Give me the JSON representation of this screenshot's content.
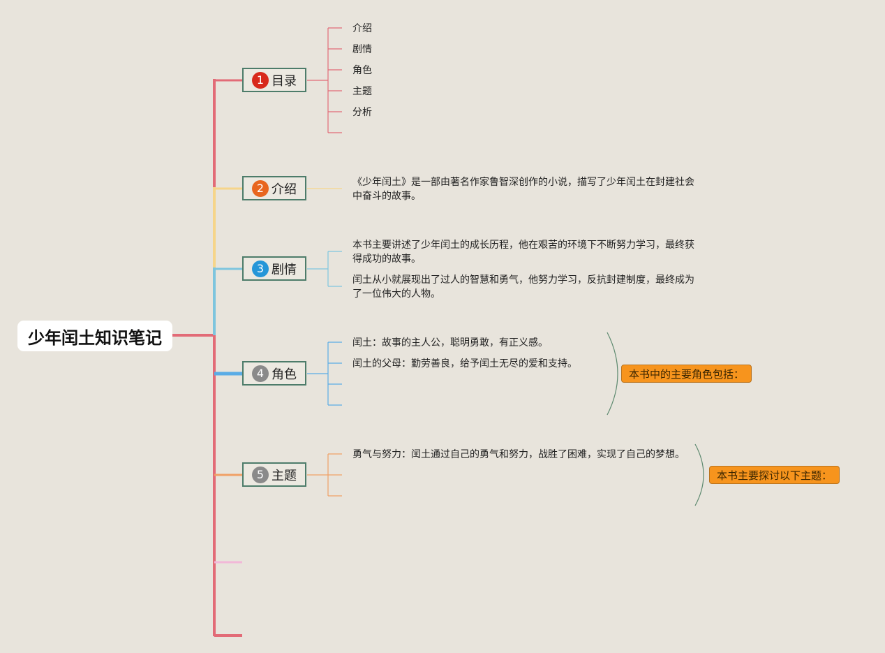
{
  "root": {
    "title": "少年闰土知识笔记"
  },
  "topics": [
    {
      "num": "1",
      "label": "目录",
      "color": "#e26b77",
      "badge_color": "#d8291c"
    },
    {
      "num": "2",
      "label": "介绍",
      "color": "#f6d58a",
      "badge_color": "#e8661f"
    },
    {
      "num": "3",
      "label": "剧情",
      "color": "#7ec5de",
      "badge_color": "#2596d8"
    },
    {
      "num": "4",
      "label": "角色",
      "color": "#5aace6",
      "badge_color": "#8a8a8a"
    },
    {
      "num": "5",
      "label": "主题",
      "color": "#f0a066",
      "badge_color": "#8a8a8a"
    }
  ],
  "toc": [
    "介绍",
    "剧情",
    "角色",
    "主题",
    "分析"
  ],
  "intro": [
    "《少年闰土》是一部由著名作家鲁智深创作的小说，描写了少年闰土在封建社会",
    "中奋斗的故事。"
  ],
  "plot": [
    [
      "本书主要讲述了少年闰土的成长历程，他在艰苦的环境下不断努力学习，最终获",
      "得成功的故事。"
    ],
    [
      "闰土从小就展现出了过人的智慧和勇气，他努力学习，反抗封建制度，最终成为",
      "了一位伟大的人物。"
    ]
  ],
  "characters": [
    "闰土：故事的主人公，聪明勇敢，有正义感。",
    "闰土的父母：勤劳善良，给予闰土无尽的爱和支持。"
  ],
  "characters_summary": "本书中的主要角色包括：",
  "themes": [
    "勇气与努力：闰土通过自己的勇气和努力，战胜了困难，实现了自己的梦想。"
  ],
  "themes_summary": "本书主要探讨以下主题：",
  "colors": {
    "background": "#e8e4dc",
    "root_line": "#e26b77",
    "topic_border": "#4d7c6a",
    "summary_fill": "#f7941d",
    "brace": "#5e8a70"
  }
}
